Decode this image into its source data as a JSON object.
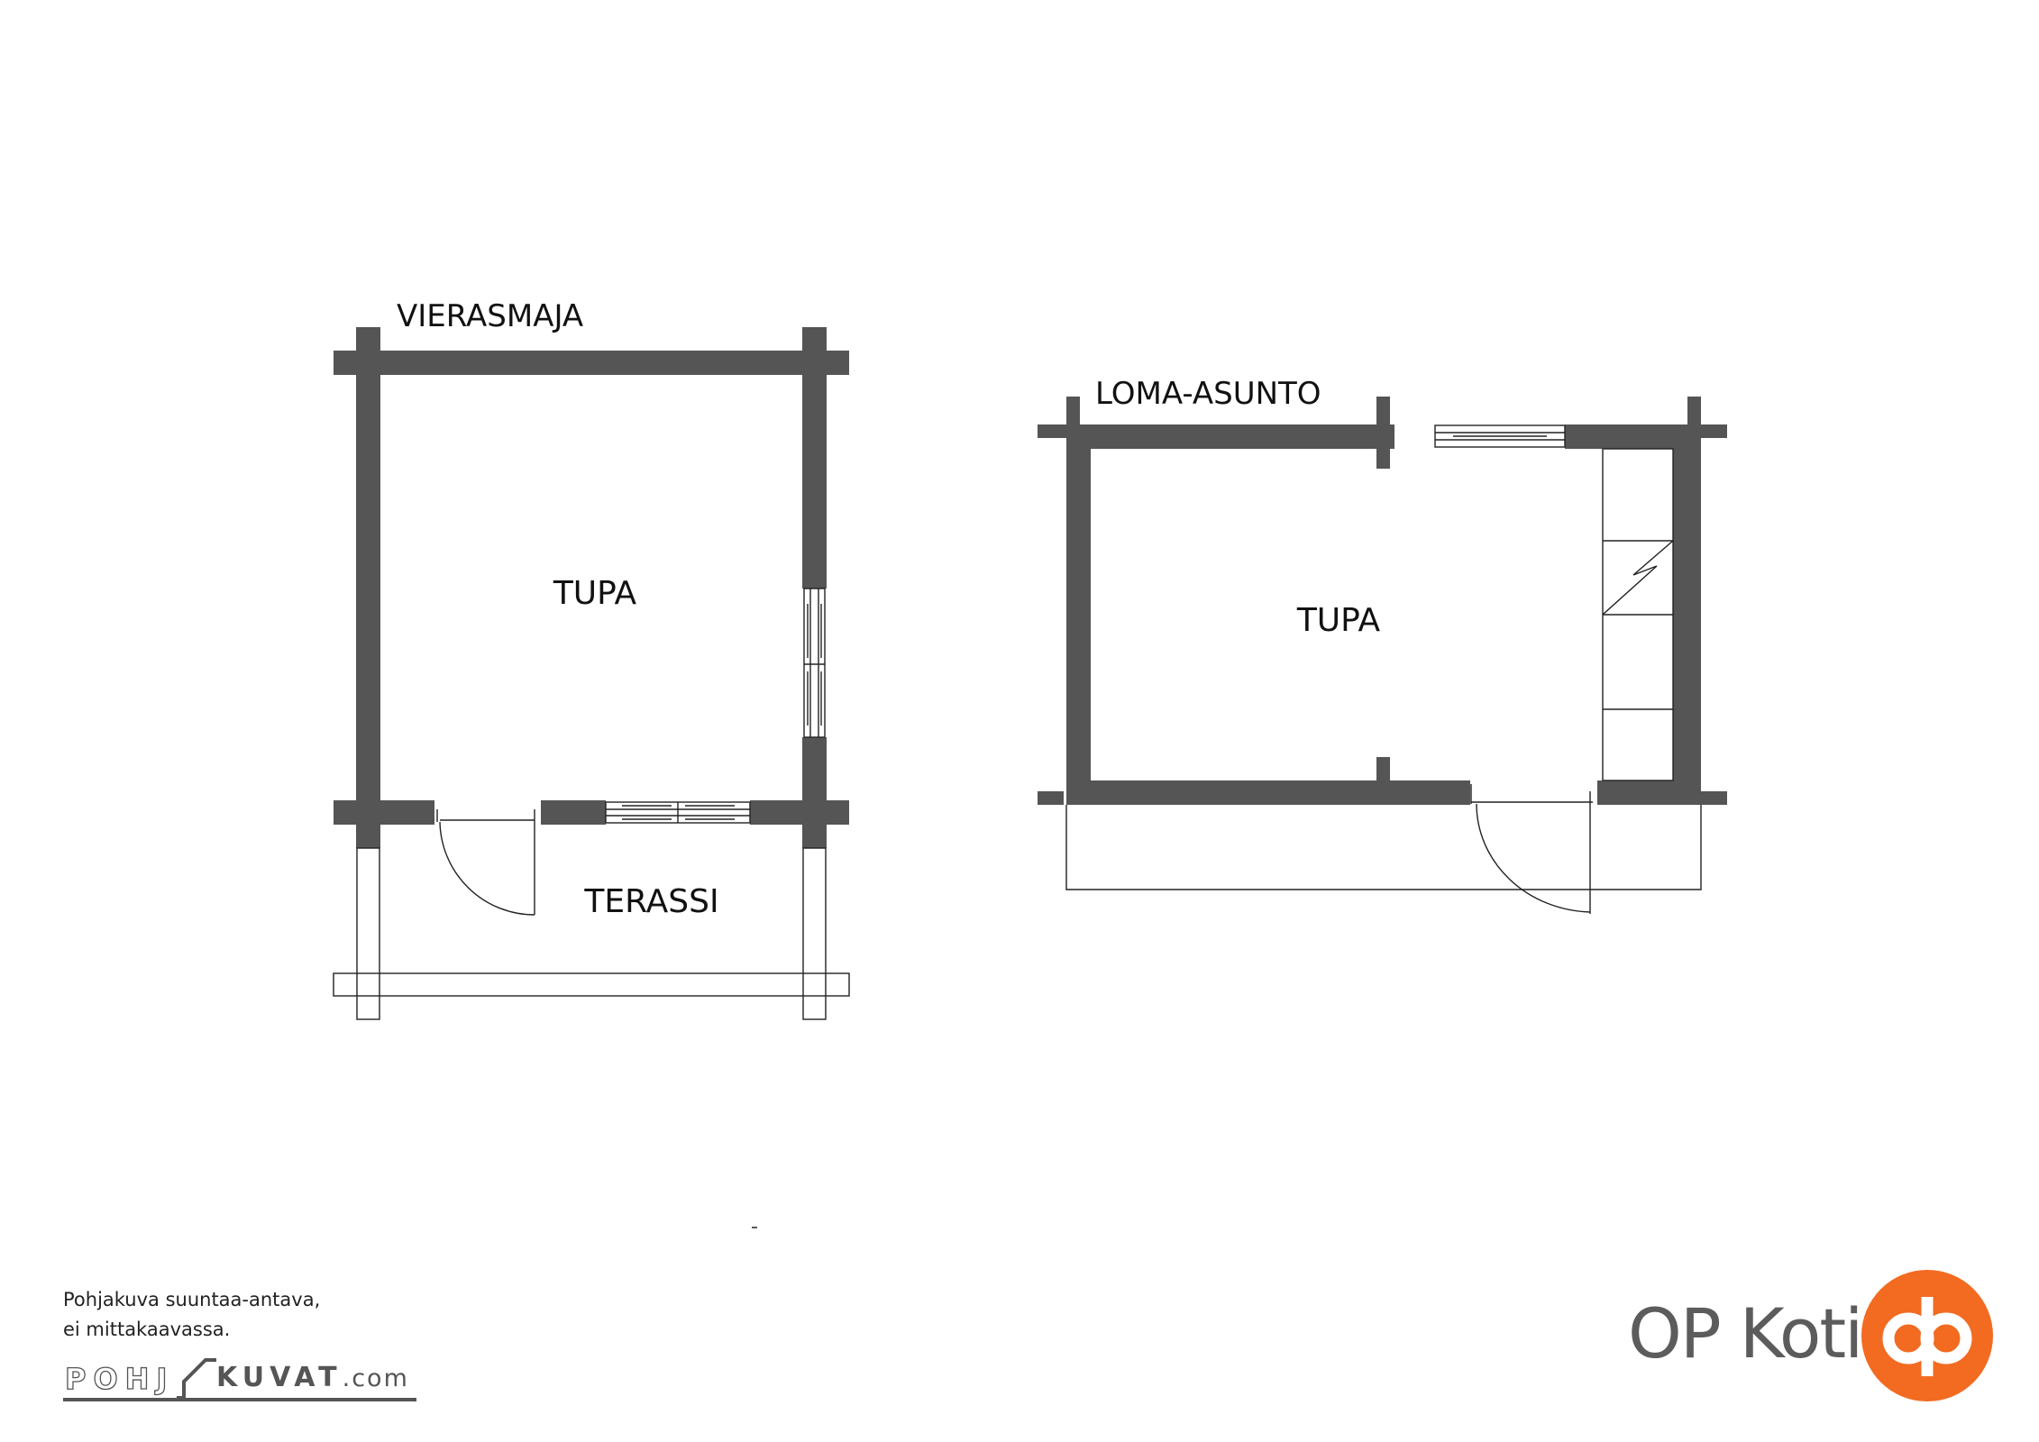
{
  "plans": {
    "guest_cabin": {
      "title": "VIERASMAJA",
      "room": "TUPA",
      "terrace": "TERASSI"
    },
    "holiday_home": {
      "title": "LOMA-ASUNTO",
      "room": "TUPA"
    }
  },
  "footer": {
    "disclaimer_line1": "Pohjakuva suuntaa-antava,",
    "disclaimer_line2": "ei mittakaavassa.",
    "pohjakuvat_left": "POHJ",
    "pohjakuvat_right": "KUVAT",
    "pohjakuvat_tld": ".com",
    "brand": "OP Koti"
  },
  "colors": {
    "wall": "#555555",
    "line": "#222222",
    "brand_orange": "#f26b21",
    "brand_text": "#5c5c5c"
  },
  "icons": {
    "op_logo": "op-logo-icon",
    "pohjakuvat_logo": "pohjakuvat-logo-icon"
  }
}
